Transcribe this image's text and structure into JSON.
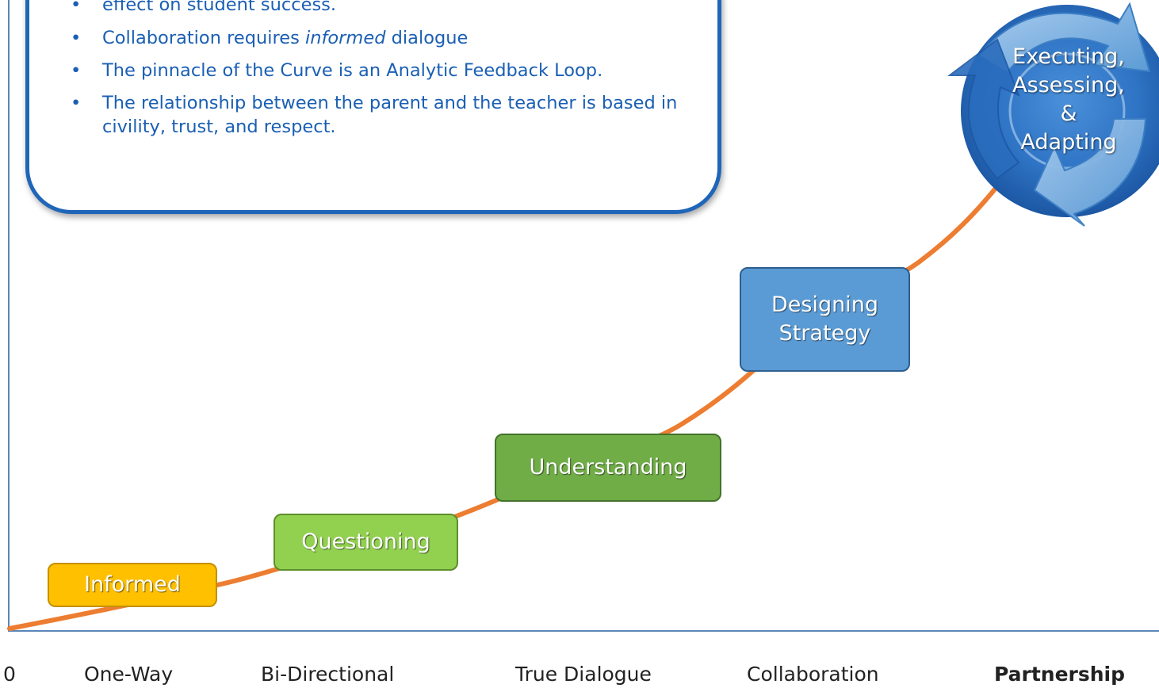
{
  "callout": {
    "bullets": [
      {
        "text": "effect on student success."
      },
      {
        "before": "Collaboration requires ",
        "emphasis": "informed",
        "after": " dialogue"
      },
      {
        "text": "The pinnacle of the Curve is an Analytic Feedback Loop."
      },
      {
        "text": "The relationship between the parent and the teacher is based in civility, trust, and respect."
      }
    ]
  },
  "stages": [
    {
      "label": "Informed",
      "color": "#ffc000"
    },
    {
      "label": "Questioning",
      "color": "#92d050"
    },
    {
      "label": "Understanding",
      "color": "#70ad47"
    },
    {
      "label_line1": "Designing",
      "label_line2": "Strategy",
      "color": "#5b9bd5"
    }
  ],
  "cycle": {
    "line1": "Executing,",
    "line2": "Assessing,",
    "line3": "&",
    "line4": "Adapting",
    "color": "#2e75c8"
  },
  "axis": {
    "labels": [
      "0",
      "One-Way",
      "Bi-Directional",
      "True Dialogue",
      "Collaboration",
      "Partnership"
    ],
    "axis_color": "#5b86b6"
  },
  "curve_color": "#ed7d31"
}
